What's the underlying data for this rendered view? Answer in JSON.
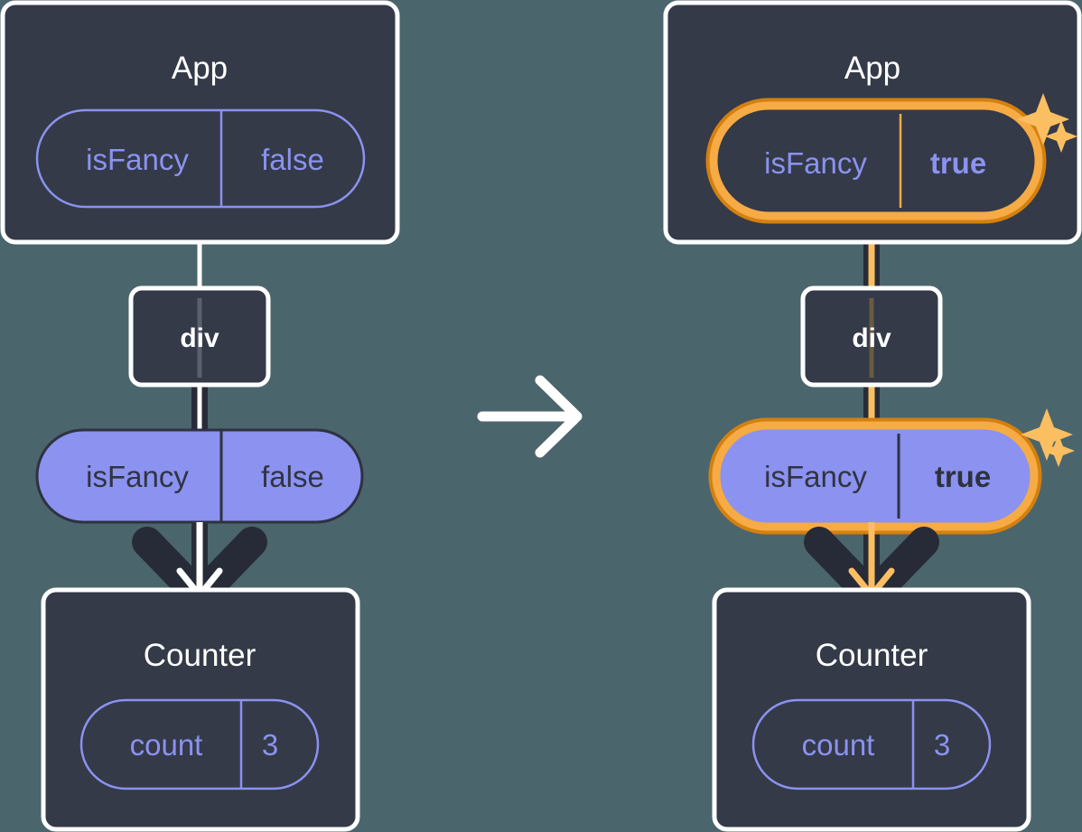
{
  "diagram": {
    "title": "React state update propagation diagram",
    "background_color": "#4b656d",
    "panels": [
      {
        "id": "before",
        "side": "left",
        "app": {
          "label": "App",
          "state_pill": {
            "key": "isFancy",
            "value": "false",
            "style": "outline",
            "highlighted": false,
            "bold_value": false
          }
        },
        "div": {
          "label": "div"
        },
        "prop_pill": {
          "key": "isFancy",
          "value": "false",
          "style": "solid",
          "highlighted": false,
          "bold_value": false
        },
        "counter": {
          "label": "Counter",
          "state_pill": {
            "key": "count",
            "value": "3",
            "style": "outline",
            "highlighted": false,
            "bold_value": false
          }
        },
        "arrow_color": "#ffffff",
        "connector_color": "#ffffff"
      },
      {
        "id": "after",
        "side": "right",
        "app": {
          "label": "App",
          "state_pill": {
            "key": "isFancy",
            "value": "true",
            "style": "outline",
            "highlighted": true,
            "bold_value": true
          }
        },
        "div": {
          "label": "div"
        },
        "prop_pill": {
          "key": "isFancy",
          "value": "true",
          "style": "solid",
          "highlighted": true,
          "bold_value": true
        },
        "counter": {
          "label": "Counter",
          "state_pill": {
            "key": "count",
            "value": "3",
            "style": "outline",
            "highlighted": false,
            "bold_value": false
          }
        },
        "arrow_color": "#fbbf62",
        "connector_color": "#fbbf62",
        "sparkles": [
          {
            "name": "sparkle-large",
            "size": "large"
          },
          {
            "name": "sparkle-small",
            "size": "small"
          }
        ]
      }
    ],
    "transition_arrow": {
      "name": "transition-arrow",
      "direction": "right",
      "color": "#ffffff"
    },
    "colors": {
      "background": "#4b656d",
      "box_fill": "#343a48",
      "box_border": "#ffffff",
      "pill_outline_stroke": "#8b92f0",
      "pill_solid_fill": "#8b92f0",
      "pill_solid_stroke": "#2e3240",
      "highlight_outer": "#d4800f",
      "highlight_inner": "#f6ab45",
      "sparkle": "#fbbf62",
      "arrow_dark": "#272b38",
      "text_light": "#ffffff",
      "text_purple": "#8b92f0",
      "text_dark": "#303442"
    }
  }
}
